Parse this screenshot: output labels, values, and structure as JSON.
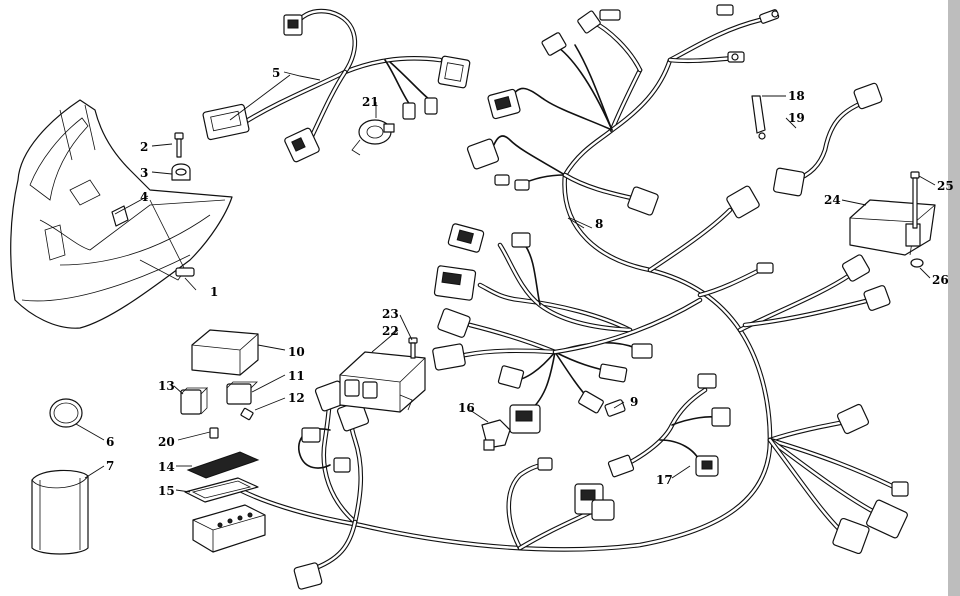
{
  "callouts": [
    {
      "id": "1",
      "label": "1"
    },
    {
      "id": "2",
      "label": "2"
    },
    {
      "id": "3",
      "label": "3"
    },
    {
      "id": "4",
      "label": "4"
    },
    {
      "id": "5",
      "label": "5"
    },
    {
      "id": "6",
      "label": "6"
    },
    {
      "id": "7",
      "label": "7"
    },
    {
      "id": "8",
      "label": "8"
    },
    {
      "id": "9",
      "label": "9"
    },
    {
      "id": "10",
      "label": "10"
    },
    {
      "id": "11",
      "label": "11"
    },
    {
      "id": "12",
      "label": "12"
    },
    {
      "id": "13",
      "label": "13"
    },
    {
      "id": "14",
      "label": "14"
    },
    {
      "id": "15",
      "label": "15"
    },
    {
      "id": "16",
      "label": "16"
    },
    {
      "id": "17",
      "label": "17"
    },
    {
      "id": "18",
      "label": "18"
    },
    {
      "id": "19",
      "label": "19"
    },
    {
      "id": "20",
      "label": "20"
    },
    {
      "id": "21",
      "label": "21"
    },
    {
      "id": "22",
      "label": "22"
    },
    {
      "id": "23",
      "label": "23"
    },
    {
      "id": "24",
      "label": "24"
    },
    {
      "id": "25",
      "label": "25"
    },
    {
      "id": "26",
      "label": "26"
    }
  ],
  "colors": {
    "line": "#111111",
    "background": "#ffffff",
    "edge_strip": "#bdbdbd"
  }
}
